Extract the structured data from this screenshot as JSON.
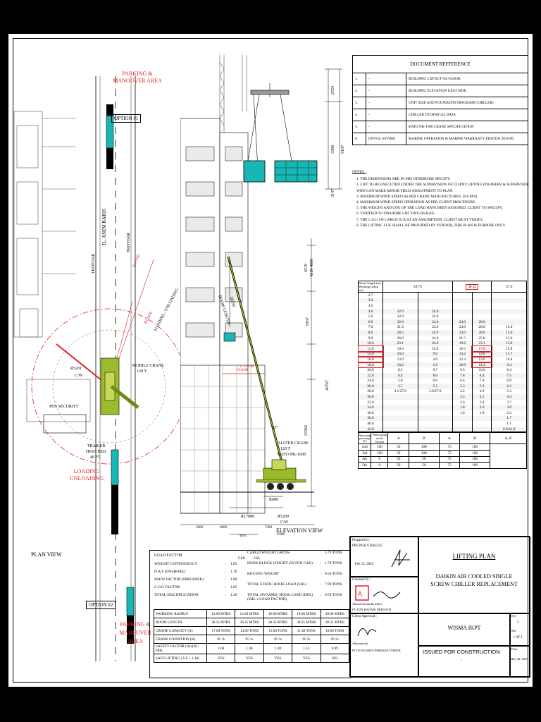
{
  "drawing": {
    "plan": {
      "parking_top": "PARKING & MANOUVER AREA",
      "option1": "OPTION #1",
      "road_name": "JL. ASEM BARIS",
      "trotoar_left": "TROTOAR",
      "trotoar_right": "TROTOAR",
      "r17910": "R17910",
      "r13476": "R13476",
      "loading_unloading_arc": "LOADING / UNLOADING",
      "r5201": "R5201",
      "cw": "C/W",
      "mobile_crane": "MOBILE CRANE",
      "mobile_crane_cap": "120 T",
      "pos_security": "POS SECURITY",
      "trailer": "TRAILER",
      "high_bed": "HIGH BED",
      "forty_ft": "40 FT",
      "loading_unloading": "LOADING UNLOADING",
      "plan_view": "PLAN VIEW",
      "option2": "OPTION #2",
      "parking_bottom": "PARKING & MANEUVER AREA"
    },
    "elevation": {
      "boom_length": "BOOM LENGTH",
      "boom_len_val": "38350",
      "dim_2724": "2724",
      "dim_3398": "3398",
      "dim_9167_top": "9167",
      "dim_3147": "3147",
      "dim_6519": "6519",
      "min_4000": "MIN 4000",
      "dim_9167": "9167",
      "dim_40767": "40767",
      "dim_23362": "23362",
      "floor_label": "+ 17.1M 6th FLOOR",
      "allter_crane": "ALLTER CRANE",
      "allter_cap": "120 T",
      "kato": "KATO NK-1600",
      "angle_62": "62°",
      "r600": "R600",
      "r17000": "R17000",
      "r5200": "R5200",
      "cw": "C/W",
      "elevation_view": "ELEVATION VIEW",
      "dim_3000": "3000",
      "dim_6000": "6000",
      "dim_7300": "7300",
      "dim_15000": "15000",
      "dim_4095": "4095",
      "gl": "GSB",
      "gl2": "GSL"
    }
  },
  "doc_ref": {
    "title": "DOCUMENT REFFERENCE",
    "rows": [
      {
        "no": "1.",
        "code": "-",
        "desc": "BUILDING LAYOUT 6th FLOOR."
      },
      {
        "no": "2.",
        "code": "-",
        "desc": "BUILDING ELEVATION EAST SIDE."
      },
      {
        "no": "3.",
        "code": "-",
        "desc": "UNIT SIZE AND FOUNDATIN DIAGRAM (CHILLER)"
      },
      {
        "no": "4.",
        "code": "-",
        "desc": "CHILLER TECHNICAL DATA"
      },
      {
        "no": "5.",
        "code": "-",
        "desc": "KATO NK-1600 CRANE SPECIFICATION"
      },
      {
        "no": "6.",
        "code": "DNVGL-ST-N001",
        "desc": "MARINE OPERATION & MARINE WARRANTY EDITION 2016-06."
      }
    ]
  },
  "notes": {
    "title": "NOTES :",
    "items": [
      "1. THE DIMENSIONS ARE IN MM OTHERWISE SPECIFY.",
      "2. LIFT TO BE EXECUTED UNDER THE SUPERVISION OF CLIENT LIFTING ENGINEER & SUPERVISOR WHO CAN MAKE MINOR FIELD ADJUSTMENT TO PLAN.",
      "3. MAXIMUM WIND SPEED AS PER CRANE MANUFACTURES. (9.8 M/S)",
      "4. MAXIMUM WIND SPEED OPERATION AS PER CLIENT PROCEDURE.",
      "5. THE WEIGHT AND COG OF THE LOAD HAVE BEEN ASSUMED. CLIENT TO SPECIFY.",
      "6. VERIFIED TO ONSHORE LIFT DNV-OS-H205.",
      "7. THE C.O.G OF CARGO IS JUST AN ASSUMPTION, CLIENT MUST VERIFY.",
      "8. THE LIFTING LUG SHALL BE PROVIDED BY VENDOR, THIS PLAN IS PURPOSE ONLY."
    ]
  },
  "load_chart": {
    "boom_header": "Boom length (m)",
    "radius_header": "Working radius (m)",
    "boom_cols": [
      "29.75",
      "38.35",
      "47.0"
    ],
    "rows": [
      [
        "2.7",
        "",
        "",
        "",
        "",
        ""
      ],
      [
        "3.0",
        "",
        "",
        "",
        "",
        ""
      ],
      [
        "3.5",
        "",
        "",
        "",
        "",
        ""
      ],
      [
        "4.0",
        "32.0",
        "24.0",
        "",
        "",
        ""
      ],
      [
        "5.0",
        "32.0",
        "24.0",
        "",
        "",
        ""
      ],
      [
        "6.0",
        "32.0",
        "24.0",
        "24.0",
        "28.0",
        ""
      ],
      [
        "7.0",
        "31.0",
        "24.0",
        "24.0",
        "28.0",
        "13.0"
      ],
      [
        "8.0",
        "28.5",
        "24.0",
        "24.0",
        "28.0",
        "13.0"
      ],
      [
        "9.0",
        "26.0",
        "24.0",
        "21.5",
        "25.8",
        "13.0"
      ],
      [
        "10.0",
        "23.1",
        "24.0",
        "19.6",
        "23.1",
        "13.0"
      ],
      [
        "12.0",
        "19.0",
        "24.0",
        "16.5",
        "17.0",
        "12.8"
      ],
      [
        "14.0",
        "16.0",
        "9.0",
        "14.2",
        "14.8",
        "11.7"
      ],
      [
        "16.0",
        "13.0",
        "4.8",
        "12.4",
        "13.0",
        "10.4"
      ],
      [
        "18.0",
        "10.2",
        "1.9",
        "10.9",
        "11.4",
        "9.4"
      ],
      [
        "20.0",
        "8.1",
        "9.7",
        "9.5",
        "10.0",
        "8.4"
      ],
      [
        "22.0",
        "6.4",
        "8.0",
        "7.8",
        "8.4",
        "7.5"
      ],
      [
        "24.0",
        "5.0",
        "6.6",
        "6.4",
        "7.0",
        "6.8"
      ],
      [
        "26.0",
        "3.7",
        "5.5",
        "5.3",
        "5.9",
        "6.2"
      ],
      [
        "28.0",
        "3.1/27.0",
        "5.9/27.0",
        "4.2",
        "4.9",
        "5.2"
      ],
      [
        "30.0",
        "",
        "",
        "3.5",
        "4.1",
        "4.4"
      ],
      [
        "32.0",
        "",
        "",
        "2.6",
        "3.4",
        "3.7"
      ],
      [
        "34.0",
        "",
        "",
        "1.8",
        "2.6",
        "3.0"
      ],
      [
        "36.0",
        "",
        "",
        "1.0",
        "1.9",
        "2.3"
      ],
      [
        "38.0",
        "",
        "",
        "",
        "",
        "1.7"
      ],
      [
        "40.0",
        "",
        "",
        "",
        "",
        "1.1"
      ],
      [
        "42.0",
        "",
        "",
        "",
        "",
        "0.9/41.0"
      ]
    ],
    "tele_mode": "Telescoping mode",
    "tele_section": "Section",
    "side_label": "Telescoping percentage (%)",
    "tele_cols": [
      "A",
      "B",
      "A",
      "B",
      "A, B"
    ],
    "tele_rows": [
      [
        "2nd",
        "100",
        "50",
        "100",
        "75",
        "100"
      ],
      [
        "3rd",
        "100",
        "50",
        "100",
        "75",
        "100"
      ],
      [
        "4th",
        "0",
        "50",
        "50",
        "75",
        "100"
      ],
      [
        "5th",
        "0",
        "50",
        "50",
        "75",
        "100"
      ]
    ]
  },
  "load_factor": {
    "title": "LOAD FACTOR",
    "left": [
      [
        "WEIGHT CONTINGENCY",
        ":",
        "1.05"
      ],
      [
        "D.A.F (ONSHORE)",
        ":",
        "1.10"
      ],
      [
        "SKEW FACTOR (SPREADER)",
        ":",
        "1.00"
      ],
      [
        "C.O.G FACTOR",
        ":",
        "1.05"
      ],
      [
        "TOTAL MULTIPLICATION",
        ":",
        "1.20"
      ]
    ],
    "right": [
      [
        "CARGO WEIGHT GROSS",
        ":",
        "5.79 TONS"
      ],
      [
        "HOOK BLOCK WEIGHT (50 TON CAP.)",
        ":",
        "1.70 TONS"
      ],
      [
        "RIGGING WEIGHT",
        ":",
        "0.50 TONS"
      ],
      [
        "TOTAL STATIC HOOK LOAD (SHL)",
        ":",
        "7.99 TONS"
      ],
      [
        "TOTAL DYNAMIC HOOK LOAD (DHL) (SHL x LOAD FACTOR)",
        ":",
        "9.59 TONS"
      ]
    ],
    "table": [
      [
        "WORKING RADIUS",
        "12.00 MTRS",
        "14.00 MTRS",
        "16.00 MTRS",
        "18.00 MTRS",
        "20.00 MTRS"
      ],
      [
        "BOOM LENGTH",
        "38.35 MTRS",
        "38.35 MTRS",
        "38.35 MTRS",
        "38.35 MTRS",
        "38.35 MTRS"
      ],
      [
        "CRANE CAPACITY (A)",
        "17.00 TONS",
        "14.80 TONS",
        "13.00 TONS",
        "11.40 TONS",
        "10.00 TONS"
      ],
      [
        "CRANE CONDITION (B)",
        "95 %",
        "95 %",
        "95 %",
        "95 %",
        "95 %"
      ],
      [
        "SAFETY FACTOR (A)x(B) / DHL",
        "1.68",
        "1.46",
        "1.28",
        "1.13",
        "0.99"
      ],
      [
        "SAFE LIFTING ( S.F > 1.10)",
        "YES",
        "YES",
        "YES",
        "YES",
        "NO"
      ]
    ]
  },
  "title_block": {
    "prepared_label": "Prepared by :",
    "prepared_name": "PRUNGKY BAGUS",
    "prepared_date": "Feb 15, 2025",
    "checked_label": "Checked by :",
    "checked_name": "Ahmad Syaifudin Zuhri",
    "company1": "PT ADN HADARI DEEDATH",
    "client_label": "Client Approval :",
    "client_name": "Adwiansyah",
    "company2": "PT INTI KARYA PERSADA TEHNIK",
    "title1": "LIFTING PLAN",
    "title2": "DAIKIN AIR COOLED SINGLE SCREW CHILLER REPLACEMENT",
    "project": "WISMA IKPT",
    "rev_label": "Rev",
    "rev": "2",
    "sht_label": "Sht",
    "sht": "1 OF 1",
    "issued": "ISSUED FOR CONSTRUCTION",
    "date_label": "Date",
    "date": "May 28, 2025",
    "dash": "-"
  }
}
